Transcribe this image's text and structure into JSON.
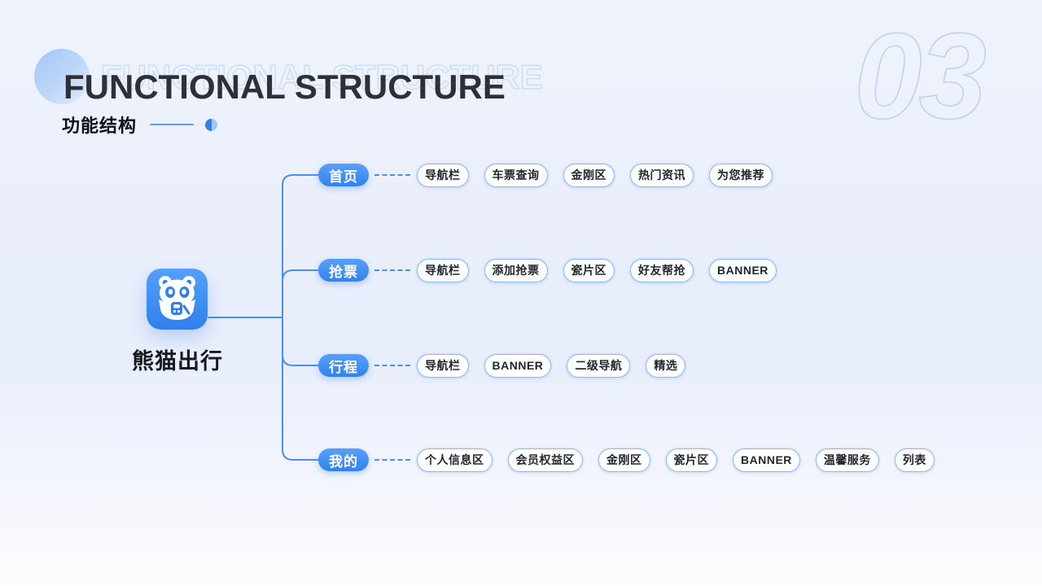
{
  "slide": {
    "page_number": "03",
    "title": "FUNCTIONAL STRUCTURE",
    "subtitle": "功能结构"
  },
  "app": {
    "name": "熊猫出行",
    "icon": "panda-train-app-icon"
  },
  "mindmap": {
    "branches": [
      {
        "label": "首页",
        "children": [
          "导航栏",
          "车票查询",
          "金刚区",
          "热门资讯",
          "为您推荐"
        ]
      },
      {
        "label": "抢票",
        "children": [
          "导航栏",
          "添加抢票",
          "瓷片区",
          "好友帮抢",
          "BANNER"
        ]
      },
      {
        "label": "行程",
        "children": [
          "导航栏",
          "BANNER",
          "二级导航",
          "精选"
        ]
      },
      {
        "label": "我的",
        "children": [
          "个人信息区",
          "会员权益区",
          "金刚区",
          "瓷片区",
          "BANNER",
          "温馨服务",
          "列表"
        ]
      }
    ]
  },
  "colors": {
    "accent_blue": "#3f8ef5",
    "connector_blue": "#4a90f2",
    "outline_blue": "#b9d3f3",
    "pill_border_blue": "#86b8f2",
    "title_dark": "#2d3036"
  }
}
